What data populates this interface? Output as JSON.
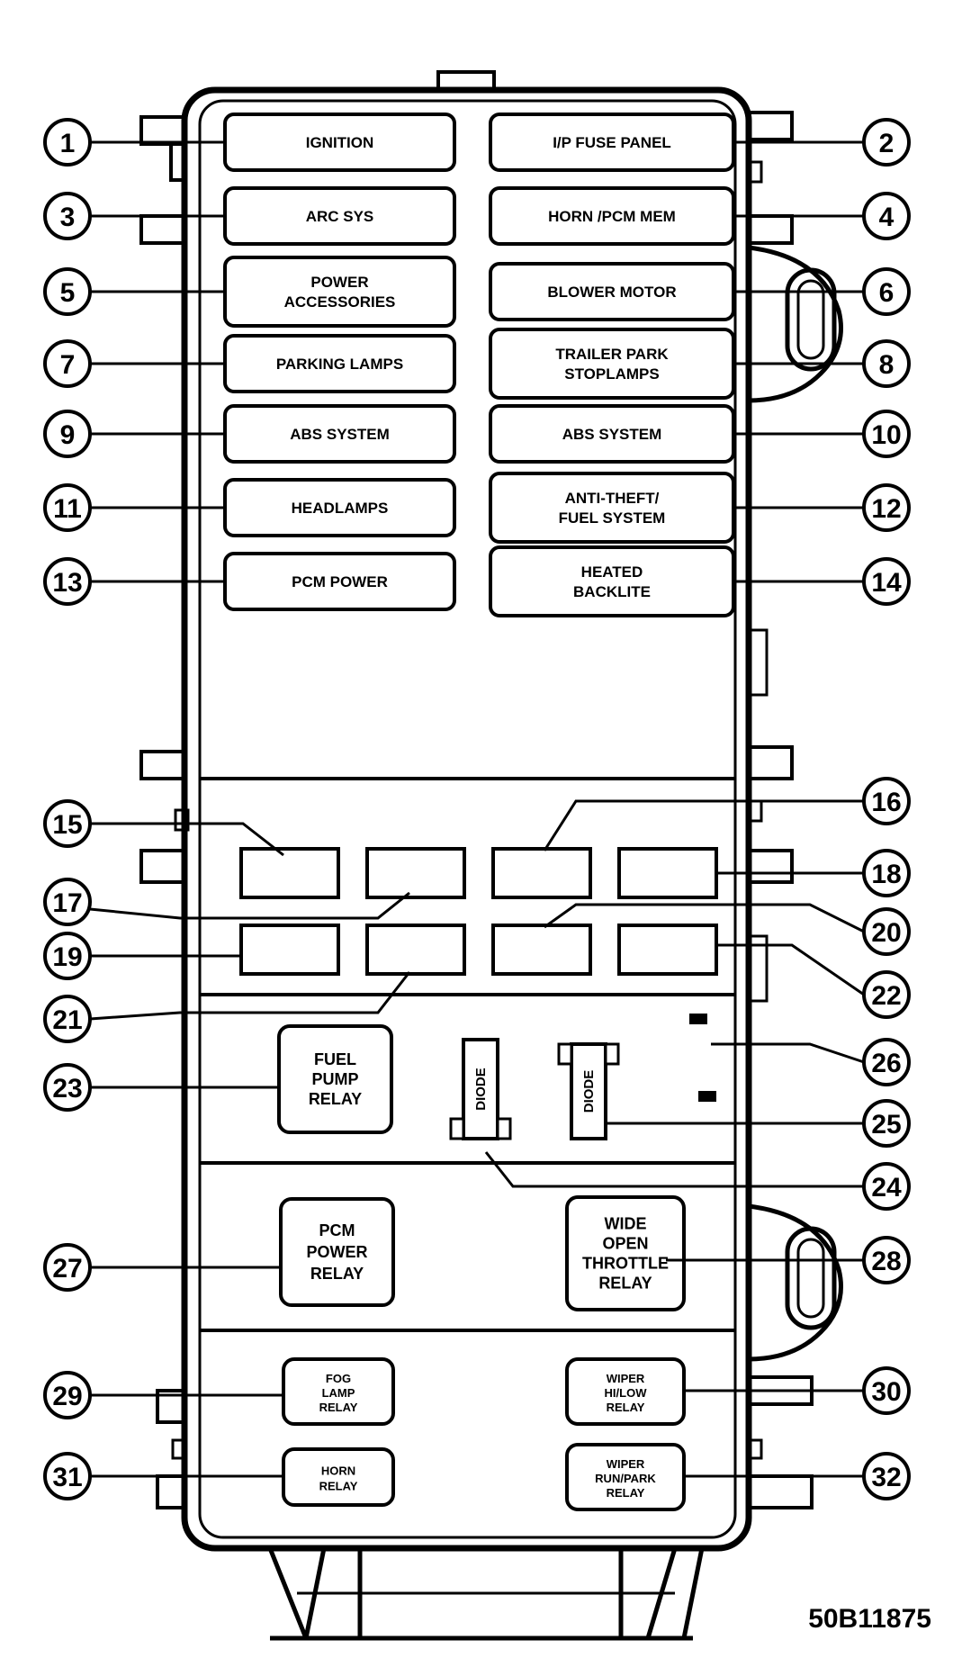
{
  "diagram": {
    "figure_code": "50B11875",
    "fuses": [
      {
        "num": "1",
        "lines": [
          "IGNITION"
        ]
      },
      {
        "num": "2",
        "lines": [
          "I/P FUSE PANEL"
        ]
      },
      {
        "num": "3",
        "lines": [
          "ARC SYS"
        ]
      },
      {
        "num": "4",
        "lines": [
          "HORN /PCM MEM"
        ]
      },
      {
        "num": "5",
        "lines": [
          "POWER",
          "ACCESSORIES"
        ]
      },
      {
        "num": "6",
        "lines": [
          "BLOWER MOTOR"
        ]
      },
      {
        "num": "7",
        "lines": [
          "PARKING LAMPS"
        ]
      },
      {
        "num": "8",
        "lines": [
          "TRAILER PARK",
          "STOPLAMPS"
        ]
      },
      {
        "num": "9",
        "lines": [
          "ABS SYSTEM"
        ]
      },
      {
        "num": "10",
        "lines": [
          "ABS SYSTEM"
        ]
      },
      {
        "num": "11",
        "lines": [
          "HEADLAMPS"
        ]
      },
      {
        "num": "12",
        "lines": [
          "ANTI-THEFT/",
          "FUEL SYSTEM"
        ]
      },
      {
        "num": "13",
        "lines": [
          "PCM POWER"
        ]
      },
      {
        "num": "14",
        "lines": [
          "HEATED",
          "BACKLITE"
        ]
      }
    ],
    "mini_fuse_numbers": [
      "15",
      "16",
      "17",
      "18",
      "19",
      "20",
      "21",
      "22"
    ],
    "relays": [
      {
        "num": "23",
        "lines": [
          "FUEL",
          "PUMP",
          "RELAY"
        ]
      },
      {
        "num": "27",
        "lines": [
          "PCM",
          "POWER",
          "RELAY"
        ]
      },
      {
        "num": "28",
        "lines": [
          "WIDE",
          "OPEN",
          "THROTTLE",
          "RELAY"
        ]
      },
      {
        "num": "29",
        "lines": [
          "FOG",
          "LAMP",
          "RELAY"
        ]
      },
      {
        "num": "30",
        "lines": [
          "WIPER",
          "HI/LOW",
          "RELAY"
        ]
      },
      {
        "num": "31",
        "lines": [
          "HORN",
          "RELAY"
        ]
      },
      {
        "num": "32",
        "lines": [
          "WIPER",
          "RUN/PARK",
          "RELAY"
        ]
      }
    ],
    "diodes": [
      {
        "num": "24",
        "label": "DIODE"
      },
      {
        "num": "25",
        "label": "DIODE"
      }
    ],
    "spare_number": "26"
  }
}
